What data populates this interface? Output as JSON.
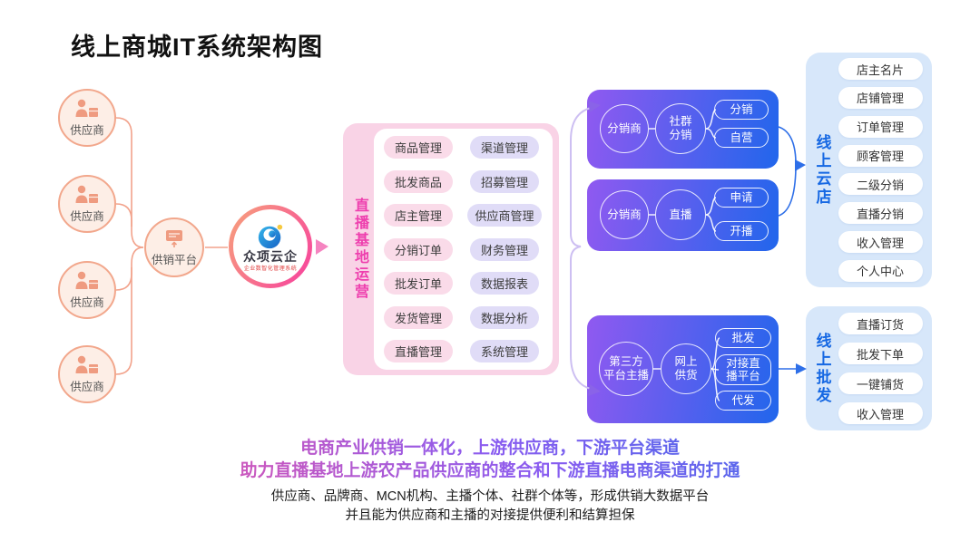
{
  "title": "线上商城IT系统架构图",
  "left_flow": {
    "suppliers": [
      "供应商",
      "供应商",
      "供应商",
      "供应商"
    ],
    "platform": "供销平台"
  },
  "logo": {
    "name": "众项云企",
    "tagline": "企业数智化管理系统"
  },
  "center_box": {
    "label": "直播基地运营",
    "left_pills": [
      "商品管理",
      "批发商品",
      "店主管理",
      "分销订单",
      "批发订单",
      "发货管理",
      "直播管理"
    ],
    "right_pills": [
      "渠道管理",
      "招募管理",
      "供应商管理",
      "财务管理",
      "数据报表",
      "数据分析",
      "系统管理"
    ]
  },
  "flow_boxes": [
    {
      "circle1": [
        "分销商"
      ],
      "circle2": [
        "社群",
        "分销"
      ],
      "pills": [
        [
          "分销"
        ],
        [
          "自营"
        ]
      ]
    },
    {
      "circle1": [
        "分销商"
      ],
      "circle2": [
        "直播"
      ],
      "pills": [
        [
          "申请"
        ],
        [
          "开播"
        ]
      ]
    },
    {
      "circle1": [
        "第三方",
        "平台主播"
      ],
      "circle2": [
        "网上",
        "供货"
      ],
      "pills": [
        [
          "批发"
        ],
        [
          "对接直",
          "播平台"
        ],
        [
          "代发"
        ]
      ]
    }
  ],
  "right_boxes": [
    {
      "label": "线上云店",
      "pills": [
        "店主名片",
        "店铺管理",
        "订单管理",
        "顾客管理",
        "二级分销",
        "直播分销",
        "收入管理",
        "个人中心"
      ]
    },
    {
      "label": "线上批发",
      "pills": [
        "直播订货",
        "批发下单",
        "一键铺货",
        "收入管理"
      ]
    }
  ],
  "footer": {
    "headline1": "电商产业供销一体化，上游供应商，下游平台渠道",
    "headline2": "助力直播基地上游农产品供应商的整合和下游直播电商渠道的打通",
    "note1": "供应商、品牌商、MCN机构、主播个体、社群个体等，形成供销大数据平台",
    "note2": "并且能为供应商和主播的对接提供便利和结算担保"
  },
  "colors": {
    "salmon_line": "#f2a28b",
    "peach_fill": "#fdeee6",
    "pink_box": "#f9d3e6",
    "pink_pill": "#fadbe9",
    "lavender_pill": "#e0dcf7",
    "magenta_label": "#ee3fae",
    "purple_gradient_start": "#9059f0",
    "blue_gradient_end": "#2166ec",
    "light_blue_box": "#d7e7fa",
    "blue_label": "#1668e3",
    "blue_line": "#2e6fe8",
    "purple_line": "#8a63e8"
  }
}
